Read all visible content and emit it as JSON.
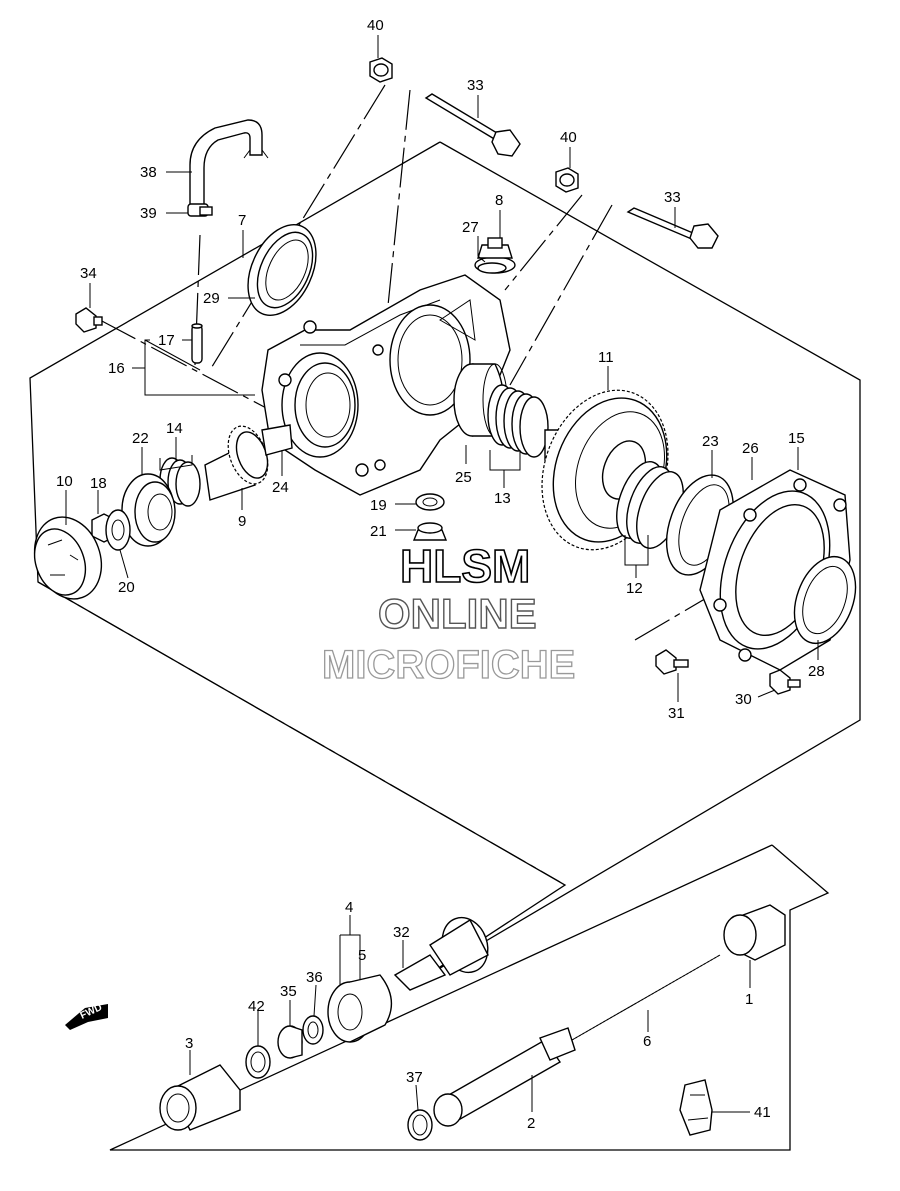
{
  "watermark": {
    "line1": "HLSM",
    "line2": "ONLINE",
    "line3": "MICROFICHE"
  },
  "fwd_label": "FWD",
  "callouts": {
    "c1": "1",
    "c2": "2",
    "c3": "3",
    "c4": "4",
    "c5": "5",
    "c6": "6",
    "c7": "7",
    "c8": "8",
    "c9": "9",
    "c10": "10",
    "c11": "11",
    "c12": "12",
    "c13": "13",
    "c14": "14",
    "c15": "15",
    "c16": "16",
    "c17": "17",
    "c18": "18",
    "c19": "19",
    "c20": "20",
    "c21": "21",
    "c22": "22",
    "c23": "23",
    "c24": "24",
    "c25": "25",
    "c26": "26",
    "c27": "27",
    "c28": "28",
    "c29": "29",
    "c30": "30",
    "c31": "31",
    "c32": "32",
    "c33a": "33",
    "c33b": "33",
    "c34": "34",
    "c35": "35",
    "c36": "36",
    "c37": "37",
    "c38": "38",
    "c39": "39",
    "c40a": "40",
    "c40b": "40",
    "c41": "41",
    "c42": "42"
  }
}
